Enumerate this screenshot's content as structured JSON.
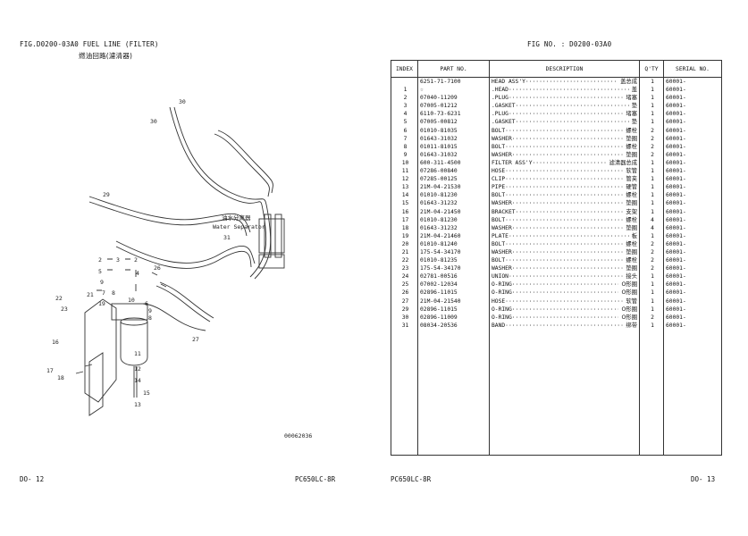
{
  "left_page": {
    "fig_title": "FIG.D0200-03A0 FUEL LINE (FILTER)",
    "fig_title_cn": "燃油回路(濾清器)",
    "labels": {
      "water_separator_cn": "油水分离器",
      "water_separator": "Water Separator",
      "drawing_no": "00062036",
      "callouts": [
        "30",
        "30",
        "29",
        "31",
        "2",
        "5",
        "3",
        "2",
        "26",
        "4",
        "9",
        "7",
        "8",
        "6",
        "10",
        "21",
        "22",
        "23",
        "19",
        "9",
        "8",
        "16",
        "27",
        "17",
        "18",
        "11",
        "12",
        "14",
        "15",
        "13"
      ]
    },
    "footer_left": "DO-   12",
    "footer_model": "PC650LC-8R"
  },
  "right_page": {
    "fig_no": "FIG NO.  : D0200-03A0",
    "table": {
      "headers": [
        "INDEX",
        "PART  NO.",
        "DESCRIPTION",
        "Q'TY",
        "SERIAL  NO."
      ],
      "rows": [
        {
          "index": "",
          "part_no": "6251-71-7100",
          "desc": "HEAD ASS'Y",
          "desc_cn": "盖总成",
          "qty": "1",
          "serial": "60001-"
        },
        {
          "index": "1",
          "part_no": "☆",
          "desc": ".HEAD",
          "desc_cn": "盖",
          "qty": "1",
          "serial": "60001-"
        },
        {
          "index": "2",
          "part_no": "07040-11209",
          "desc": ".PLUG",
          "desc_cn": "堵塞",
          "qty": "1",
          "serial": "60001-"
        },
        {
          "index": "3",
          "part_no": "07005-01212",
          "desc": ".GASKET",
          "desc_cn": "垫",
          "qty": "1",
          "serial": "60001-"
        },
        {
          "index": "4",
          "part_no": "6110-73-6231",
          "desc": ".PLUG",
          "desc_cn": "堵塞",
          "qty": "1",
          "serial": "60001-"
        },
        {
          "index": "5",
          "part_no": "07005-00812",
          "desc": ".GASKET",
          "desc_cn": "垫",
          "qty": "1",
          "serial": "60001-"
        },
        {
          "index": "6",
          "part_no": "01010-81035",
          "desc": "BOLT",
          "desc_cn": "螺栓",
          "qty": "2",
          "serial": "60001-"
        },
        {
          "index": "7",
          "part_no": "01643-31032",
          "desc": "WASHER",
          "desc_cn": "垫圈",
          "qty": "2",
          "serial": "60001-"
        },
        {
          "index": "8",
          "part_no": "01011-81015",
          "desc": "BOLT",
          "desc_cn": "螺栓",
          "qty": "2",
          "serial": "60001-"
        },
        {
          "index": "9",
          "part_no": "01643-31032",
          "desc": "WASHER",
          "desc_cn": "垫圈",
          "qty": "2",
          "serial": "60001-"
        },
        {
          "index": "10",
          "part_no": "600-311-4500",
          "desc": "FILTER ASS'Y",
          "desc_cn": "滤清器总成",
          "qty": "1",
          "serial": "60001-"
        },
        {
          "index": "11",
          "part_no": "07286-00840",
          "desc": "HOSE",
          "desc_cn": "软管",
          "qty": "1",
          "serial": "60001-"
        },
        {
          "index": "12",
          "part_no": "07285-00125",
          "desc": "CLIP",
          "desc_cn": "管夹",
          "qty": "1",
          "serial": "60001-"
        },
        {
          "index": "13",
          "part_no": "21M-04-21530",
          "desc": "PIPE",
          "desc_cn": "硬管",
          "qty": "1",
          "serial": "60001-"
        },
        {
          "index": "14",
          "part_no": "01010-81230",
          "desc": "BOLT",
          "desc_cn": "螺栓",
          "qty": "1",
          "serial": "60001-"
        },
        {
          "index": "15",
          "part_no": "01643-31232",
          "desc": "WASHER",
          "desc_cn": "垫圈",
          "qty": "1",
          "serial": "60001-"
        },
        {
          "index": "16",
          "part_no": "21M-04-21450",
          "desc": "BRACKET",
          "desc_cn": "支架",
          "qty": "1",
          "serial": "60001-"
        },
        {
          "index": "17",
          "part_no": "01010-81230",
          "desc": "BOLT",
          "desc_cn": "螺栓",
          "qty": "4",
          "serial": "60001-"
        },
        {
          "index": "18",
          "part_no": "01643-31232",
          "desc": "WASHER",
          "desc_cn": "垫圈",
          "qty": "4",
          "serial": "60001-"
        },
        {
          "index": "19",
          "part_no": "21M-04-21460",
          "desc": "PLATE",
          "desc_cn": "板",
          "qty": "1",
          "serial": "60001-"
        },
        {
          "index": "20",
          "part_no": "01010-81240",
          "desc": "BOLT",
          "desc_cn": "螺栓",
          "qty": "2",
          "serial": "60001-"
        },
        {
          "index": "21",
          "part_no": "175-54-34170",
          "desc": "WASHER",
          "desc_cn": "垫圈",
          "qty": "2",
          "serial": "60001-"
        },
        {
          "index": "22",
          "part_no": "01010-81235",
          "desc": "BOLT",
          "desc_cn": "螺栓",
          "qty": "2",
          "serial": "60001-"
        },
        {
          "index": "23",
          "part_no": "175-54-34170",
          "desc": "WASHER",
          "desc_cn": "垫圈",
          "qty": "2",
          "serial": "60001-"
        },
        {
          "index": "24",
          "part_no": "02781-00516",
          "desc": "UNION",
          "desc_cn": "接头",
          "qty": "1",
          "serial": "60001-"
        },
        {
          "index": "25",
          "part_no": "07002-12034",
          "desc": "O-RING",
          "desc_cn": "O形圈",
          "qty": "1",
          "serial": "60001-"
        },
        {
          "index": "26",
          "part_no": "02896-11015",
          "desc": "O-RING",
          "desc_cn": "O形圈",
          "qty": "1",
          "serial": "60001-"
        },
        {
          "index": "27",
          "part_no": "21M-04-21540",
          "desc": "HOSE",
          "desc_cn": "软管",
          "qty": "1",
          "serial": "60001-"
        },
        {
          "index": "29",
          "part_no": "02896-11015",
          "desc": "O-RING",
          "desc_cn": "O形圈",
          "qty": "1",
          "serial": "60001-"
        },
        {
          "index": "30",
          "part_no": "02896-11009",
          "desc": "O-RING",
          "desc_cn": "O形圈",
          "qty": "2",
          "serial": "60001-"
        },
        {
          "index": "31",
          "part_no": "08034-20536",
          "desc": "BAND",
          "desc_cn": "绑带",
          "qty": "1",
          "serial": "60001-"
        }
      ]
    },
    "footer_model": "PC650LC-8R",
    "footer_right": "DO-   13"
  }
}
